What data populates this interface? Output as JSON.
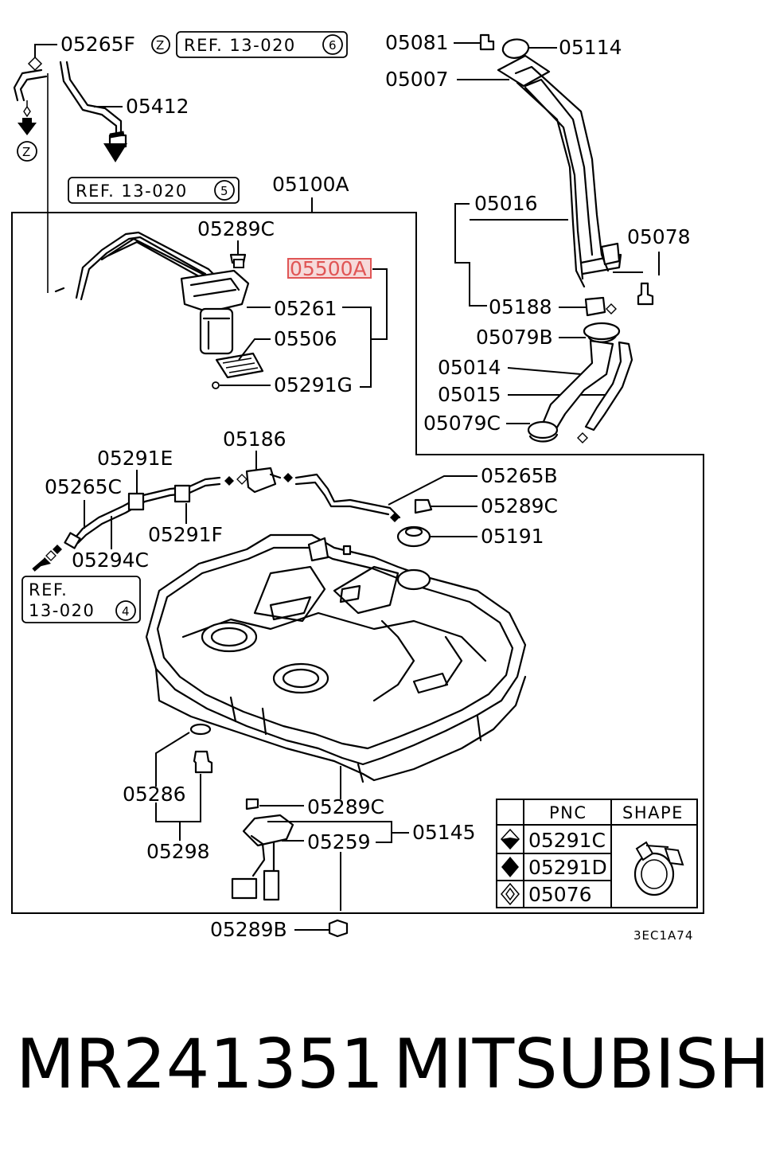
{
  "parts": {
    "p05265F": "05265F",
    "p05412": "05412",
    "p05100A": "05100A",
    "p05289C_top": "05289C",
    "p05500A": "05500A",
    "p05261": "05261",
    "p05506": "05506",
    "p05291G": "05291G",
    "p05081": "05081",
    "p05114": "05114",
    "p05007": "05007",
    "p05016": "05016",
    "p05078": "05078",
    "p05188": "05188",
    "p05079B": "05079B",
    "p05014": "05014",
    "p05015": "05015",
    "p05079C": "05079C",
    "p05186": "05186",
    "p05291E": "05291E",
    "p05265C": "05265C",
    "p05291F": "05291F",
    "p05294C": "05294C",
    "p05265B": "05265B",
    "p05289C_mid": "05289C",
    "p05191": "05191",
    "p05286": "05286",
    "p05298": "05298",
    "p05289C_bot": "05289C",
    "p05145": "05145",
    "p05259": "05259",
    "p05289B": "05289B"
  },
  "refs": {
    "ref_top_text": "REF. 13-020",
    "ref_top_num": "6",
    "ref_mid_text": "REF. 13-020",
    "ref_mid_num": "5",
    "ref_left_line1": "REF.",
    "ref_left_line2": "13-020",
    "ref_left_num": "4",
    "z_marker": "Z"
  },
  "legend": {
    "header_pnc": "PNC",
    "header_shape": "SHAPE",
    "rows": [
      "05291C",
      "05291D",
      "05076"
    ]
  },
  "diagram_code": "3EC1A74",
  "footer": {
    "part_number": "MR241351",
    "brand": "MITSUBISHI"
  },
  "colors": {
    "highlight": "#e05555",
    "highlight_fill": "#f6dada"
  }
}
